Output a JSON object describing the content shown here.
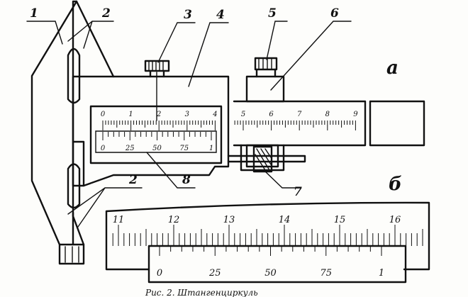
{
  "figure": {
    "part_labels": [
      "1",
      "2",
      "3",
      "4",
      "5",
      "6",
      "2",
      "8",
      "7"
    ],
    "view_a_label": "а",
    "view_b_label": "б",
    "caption": "Рис. 2. Штангенциркуль"
  },
  "view_a": {
    "main_scale_numbers": [
      "0",
      "1",
      "2",
      "3",
      "4",
      "5",
      "6",
      "7",
      "8",
      "9"
    ],
    "vernier_numbers": [
      "0",
      "25",
      "50",
      "75",
      "1"
    ]
  },
  "view_b": {
    "main_scale_numbers": [
      "11",
      "12",
      "13",
      "14",
      "15",
      "16"
    ],
    "vernier_numbers": [
      "0",
      "25",
      "50",
      "75",
      "1"
    ]
  }
}
